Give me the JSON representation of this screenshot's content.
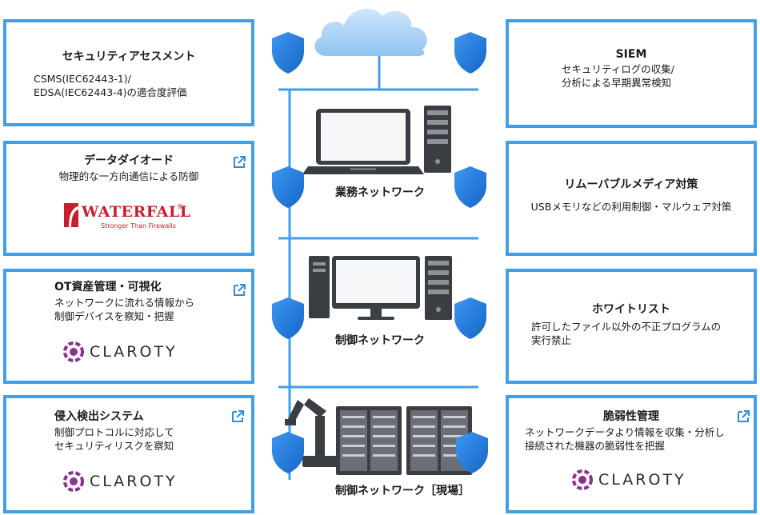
{
  "cards": {
    "assessment": {
      "title": "セキュリティアセスメント",
      "desc_line1": "CSMS(IEC62443-1)/",
      "desc_line2": "EDSA(IEC62443-4)の適合度評価"
    },
    "siem": {
      "title": "SIEM",
      "desc_line1": "セキュリティログの収集/",
      "desc_line2": "分析による早期異常検知"
    },
    "diode": {
      "title": "データダイオード",
      "desc_line1": "物理的な一方向通信による防御",
      "logo_name": "WATERFALL",
      "logo_mark": "®",
      "logo_tagline": "Stronger Than Firewalls"
    },
    "removable": {
      "title": "リムーバブルメディア対策",
      "desc_line1": "USBメモリなどの利用制御・マルウェア対策"
    },
    "ot_asset": {
      "title": "OT資産管理・可視化",
      "desc_line1": "ネットワークに流れる情報から",
      "desc_line2": "制御デバイスを察知・把握",
      "logo_name": "CLAROTY"
    },
    "whitelist": {
      "title": "ホワイトリスト",
      "desc_line1": "許可したファイル以外の不正プログラムの",
      "desc_line2": "実行禁止"
    },
    "ids": {
      "title": "侵入検出システム",
      "desc_line1": "制御プロトコルに対応して",
      "desc_line2": "セキュリティリスクを察知",
      "logo_name": "CLAROTY"
    },
    "vuln": {
      "title": "脆弱性管理",
      "desc_line1": "ネットワークデータより情報を収集・分析し",
      "desc_line2": "接続された機器の脆弱性を把握",
      "logo_name": "CLAROTY"
    }
  },
  "networks": {
    "business": "業務ネットワーク",
    "control": "制御ネットワーク",
    "field": "制御ネットワーク［現場］"
  },
  "icons": [
    "cloud-icon",
    "shield-icon",
    "laptop-icon",
    "server-tower-icon",
    "desktop-pc-icon",
    "monitor-icon",
    "robot-arm-icon",
    "server-rack-icon",
    "external-link-icon"
  ],
  "colors": {
    "card_border": "#3f9fe8",
    "network_line": "#3f9fe8",
    "shield": "#1f7ad9",
    "waterfall_red": "#c8202a",
    "claroty_purple": "#8c2f8f"
  }
}
